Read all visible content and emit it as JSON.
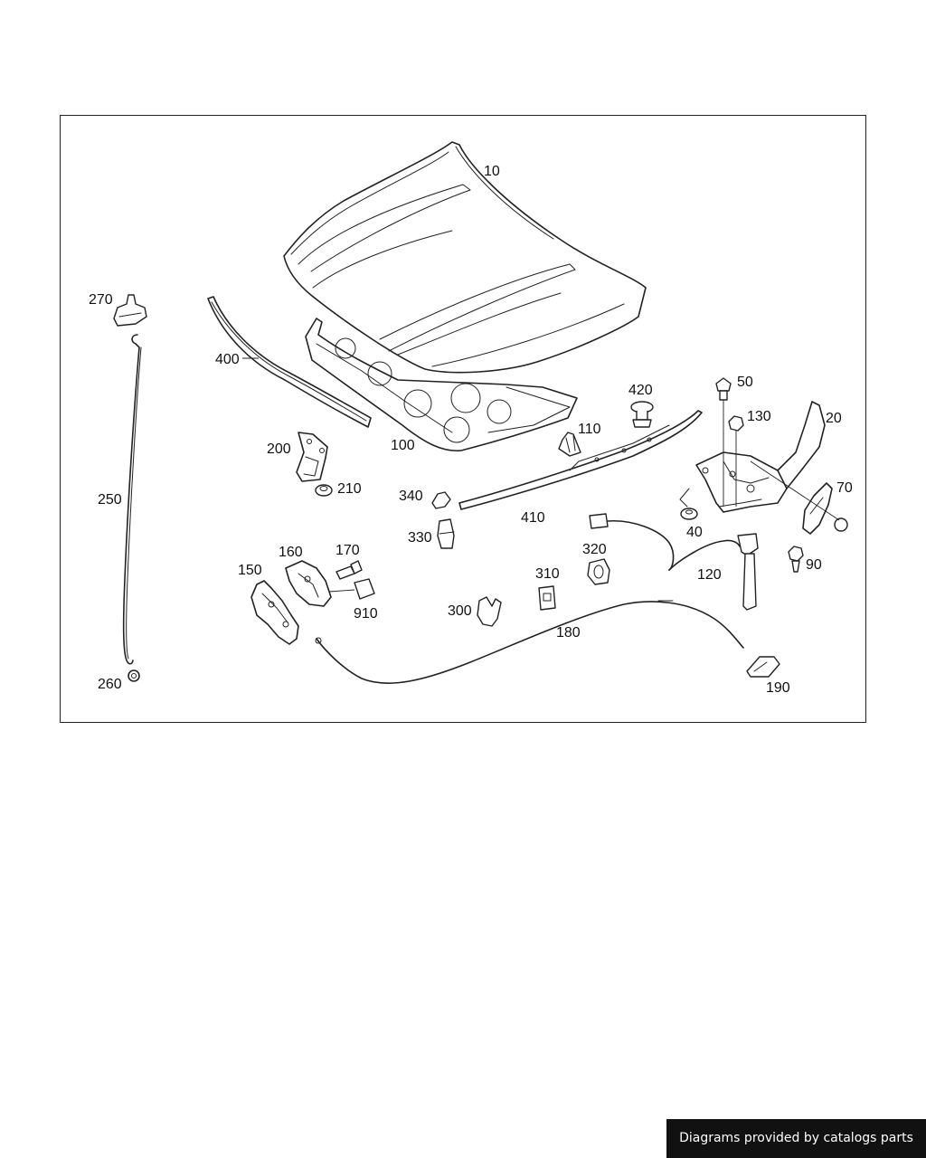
{
  "diagram": {
    "border_color": "#222222",
    "callouts": {
      "c10": "10",
      "c20": "20",
      "c40": "40",
      "c50": "50",
      "c70": "70",
      "c90": "90",
      "c100": "100",
      "c110": "110",
      "c120": "120",
      "c130": "130",
      "c150": "150",
      "c160": "160",
      "c170": "170",
      "c180": "180",
      "c190": "190",
      "c200": "200",
      "c210": "210",
      "c250": "250",
      "c260": "260",
      "c270": "270",
      "c300": "300",
      "c310": "310",
      "c320": "320",
      "c330": "330",
      "c340": "340",
      "c400": "400",
      "c410": "410",
      "c420": "420",
      "c910": "910"
    }
  },
  "footer": {
    "credit": "Diagrams provided by catalogs parts",
    "background": "#111111"
  }
}
